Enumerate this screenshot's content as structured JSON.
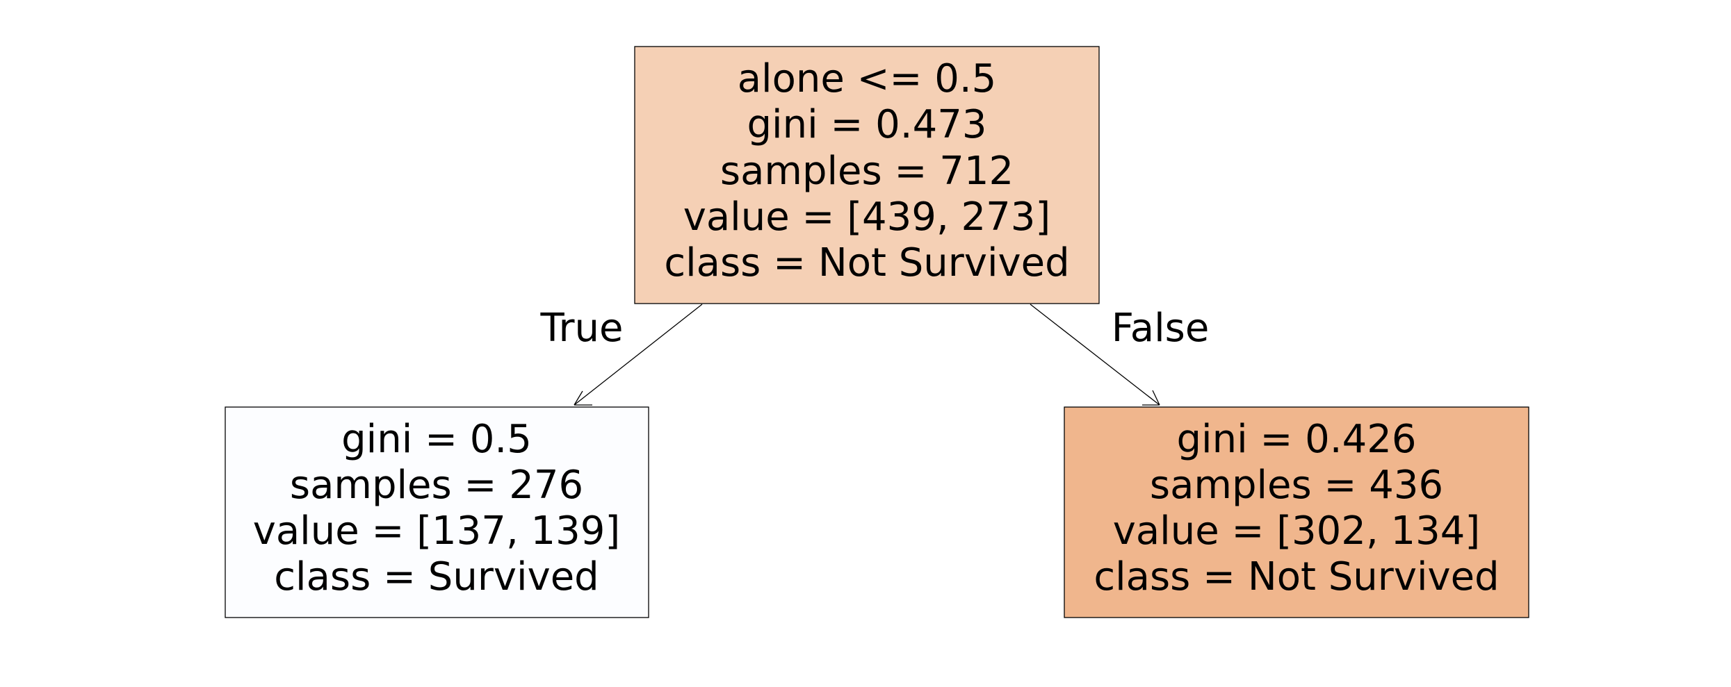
{
  "tree": {
    "root": {
      "lines": [
        "alone <= 0.5",
        "gini = 0.473",
        "samples = 712",
        "value = [439, 273]",
        "class = Not Survived"
      ],
      "fill": "#f5d0b5"
    },
    "left": {
      "lines": [
        "gini = 0.5",
        "samples = 276",
        "value = [137, 139]",
        "class = Survived"
      ],
      "fill": "#fcfdff"
    },
    "right": {
      "lines": [
        "gini = 0.426",
        "samples = 436",
        "value = [302, 134]",
        "class = Not Survived"
      ],
      "fill": "#f0b68d"
    },
    "edges": {
      "true_label": "True",
      "false_label": "False"
    }
  }
}
